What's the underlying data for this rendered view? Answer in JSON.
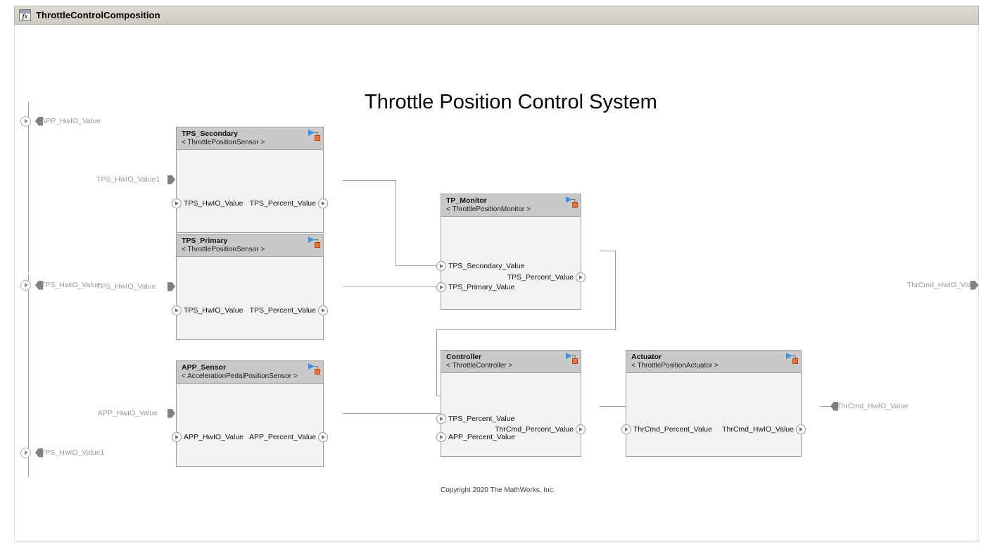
{
  "window": {
    "title": "ThrottleControlComposition",
    "icon": "simulink-model-icon",
    "icon_glyph": "fx"
  },
  "diagram": {
    "title": "Throttle Position Control System",
    "copyright": "Copyright 2020 The MathWorks, Inc.",
    "badge_icon": "reference-component-badge-icon"
  },
  "components": [
    {
      "id": "tps_secondary",
      "name": "TPS_Secondary",
      "stereotype": "< ThrottlePositionSensor >",
      "inputs": [
        "TPS_HwIO_Value"
      ],
      "outputs": [
        "TPS_Percent_Value"
      ]
    },
    {
      "id": "tps_primary",
      "name": "TPS_Primary",
      "stereotype": "< ThrottlePositionSensor >",
      "inputs": [
        "TPS_HwIO_Value"
      ],
      "outputs": [
        "TPS_Percent_Value"
      ]
    },
    {
      "id": "app_sensor",
      "name": "APP_Sensor",
      "stereotype": "< AccelerationPedalPositionSensor >",
      "inputs": [
        "APP_HwIO_Value"
      ],
      "outputs": [
        "APP_Percent_Value"
      ]
    },
    {
      "id": "tp_monitor",
      "name": "TP_Monitor",
      "stereotype": "< ThrottlePositionMonitor >",
      "inputs": [
        "TPS_Secondary_Value",
        "TPS_Primary_Value"
      ],
      "outputs": [
        "TPS_Percent_Value"
      ]
    },
    {
      "id": "controller",
      "name": "Controller",
      "stereotype": "< ThrottleController >",
      "inputs": [
        "TPS_Percent_Value",
        "APP_Percent_Value"
      ],
      "outputs": [
        "ThrCmd_Percent_Value"
      ]
    },
    {
      "id": "actuator",
      "name": "Actuator",
      "stereotype": "< ThrottlePositionActuator >",
      "inputs": [
        "ThrCmd_Percent_Value"
      ],
      "outputs": [
        "ThrCmd_HwIO_Value"
      ]
    }
  ],
  "root_ports": {
    "inputs": [
      {
        "id": "root_app_hwio",
        "label": "APP_HwIO_Value"
      },
      {
        "id": "root_tps_hwio",
        "label": "TPS_HwIO_Value"
      },
      {
        "id": "root_tps_hwio1",
        "label": "TPS_HwIO_Value1"
      }
    ],
    "outputs": [
      {
        "id": "root_thrcmd_hwio",
        "label": "ThrCmd_HwIO_Value"
      }
    ]
  },
  "signal_labels": [
    {
      "id": "sig_tps_hwio_value1",
      "label": "TPS_HwIO_Value1"
    },
    {
      "id": "sig_tps_hwio_value",
      "label": "TPS_HwIO_Value"
    },
    {
      "id": "sig_app_hwio_value",
      "label": "APP_HwIO_Value"
    },
    {
      "id": "sig_thrcmd_hwio_value",
      "label": "ThrCmd_HwIO_Value"
    },
    {
      "id": "sig_thrcmd_hwio_value_right",
      "label": "ThrCmd_HwIO_Value"
    }
  ],
  "colors": {
    "header_fill": "#c9c9c9",
    "body_fill": "#f3f3f3",
    "block_border": "#9e9e9e",
    "wire": "#a0a0a0",
    "badge_blue": "#3d94e0",
    "badge_orange": "#e8743b",
    "root_label": "#9a9a9a",
    "titlebar": "#d4d0c8"
  }
}
